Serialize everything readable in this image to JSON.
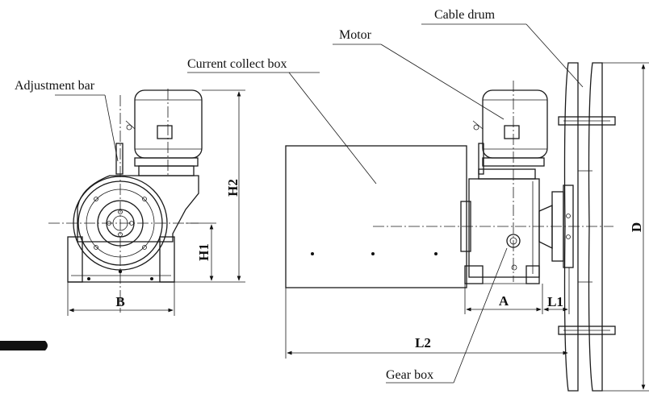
{
  "callouts": {
    "cable_drum": "Cable drum",
    "motor": "Motor",
    "current_collect_box": "Current collect box",
    "adjustment_bar": "Adjustment bar",
    "gear_box": "Gear box"
  },
  "dimensions": {
    "h2": "H2",
    "h1": "H1",
    "b": "B",
    "a": "A",
    "l1": "L1",
    "l2": "L2",
    "d": "D"
  }
}
